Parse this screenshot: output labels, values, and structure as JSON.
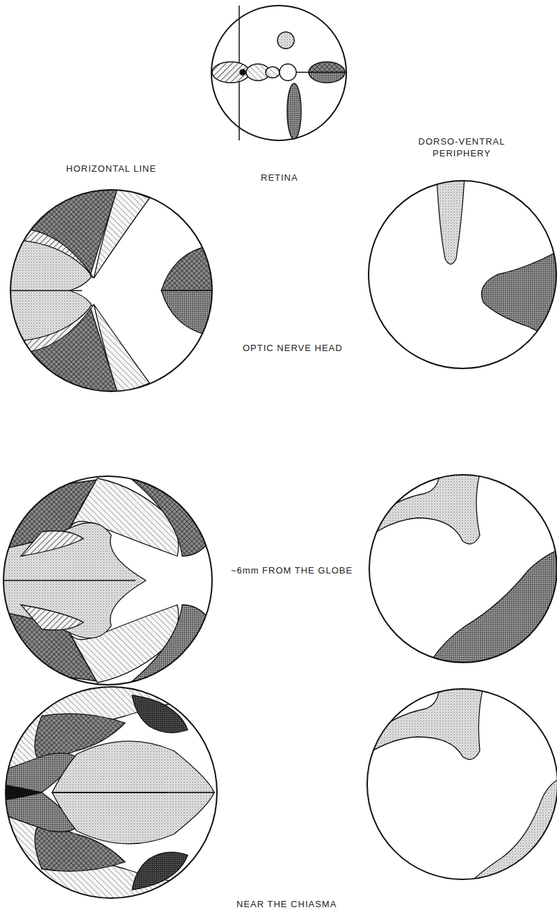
{
  "diagram": {
    "labels": [
      "HORIZONTAL LINE",
      "RETINA",
      "DORSO-VENTRAL PERIPHERY",
      "OPTIC NERVE HEAD",
      "~6mm FROM THE GLOBE",
      "NEAR THE CHIASMA"
    ]
  }
}
